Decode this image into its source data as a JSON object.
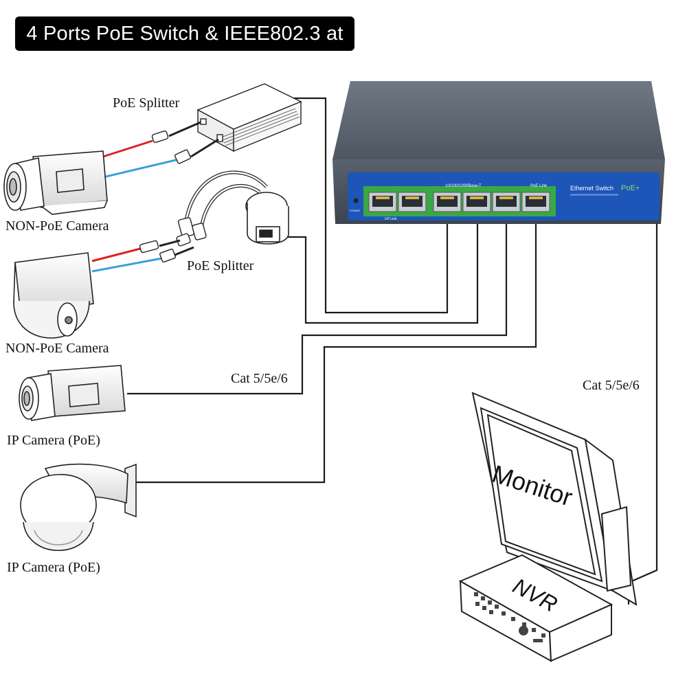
{
  "title": "4 Ports PoE Switch & IEEE802.3 at",
  "switch": {
    "panel_text": "Ethernet Switch",
    "brand": "PoE+",
    "speed_label": "10/100/1000Base-T",
    "poe_link_label": "PoE Link",
    "uplink_label": "UP Link",
    "power_label": "POWER"
  },
  "labels": {
    "splitter_1": "PoE Splitter",
    "splitter_2": "PoE Splitter",
    "camera_1": "NON-PoE Camera",
    "camera_2": "NON-PoE Camera",
    "camera_3": "IP Camera (PoE)",
    "camera_4": "IP Camera (PoE)",
    "cable_1": "Cat 5/5e/6",
    "cable_2": "Cat 5/5e/6"
  },
  "monitor_text": "Monitor",
  "nvr_text": "NVR",
  "colors": {
    "switch_body": "#5e6874",
    "switch_panel": "#1d55b8",
    "port_strip": "#3aa845",
    "wire_red": "#e02020",
    "wire_blue": "#3aa0dc"
  }
}
